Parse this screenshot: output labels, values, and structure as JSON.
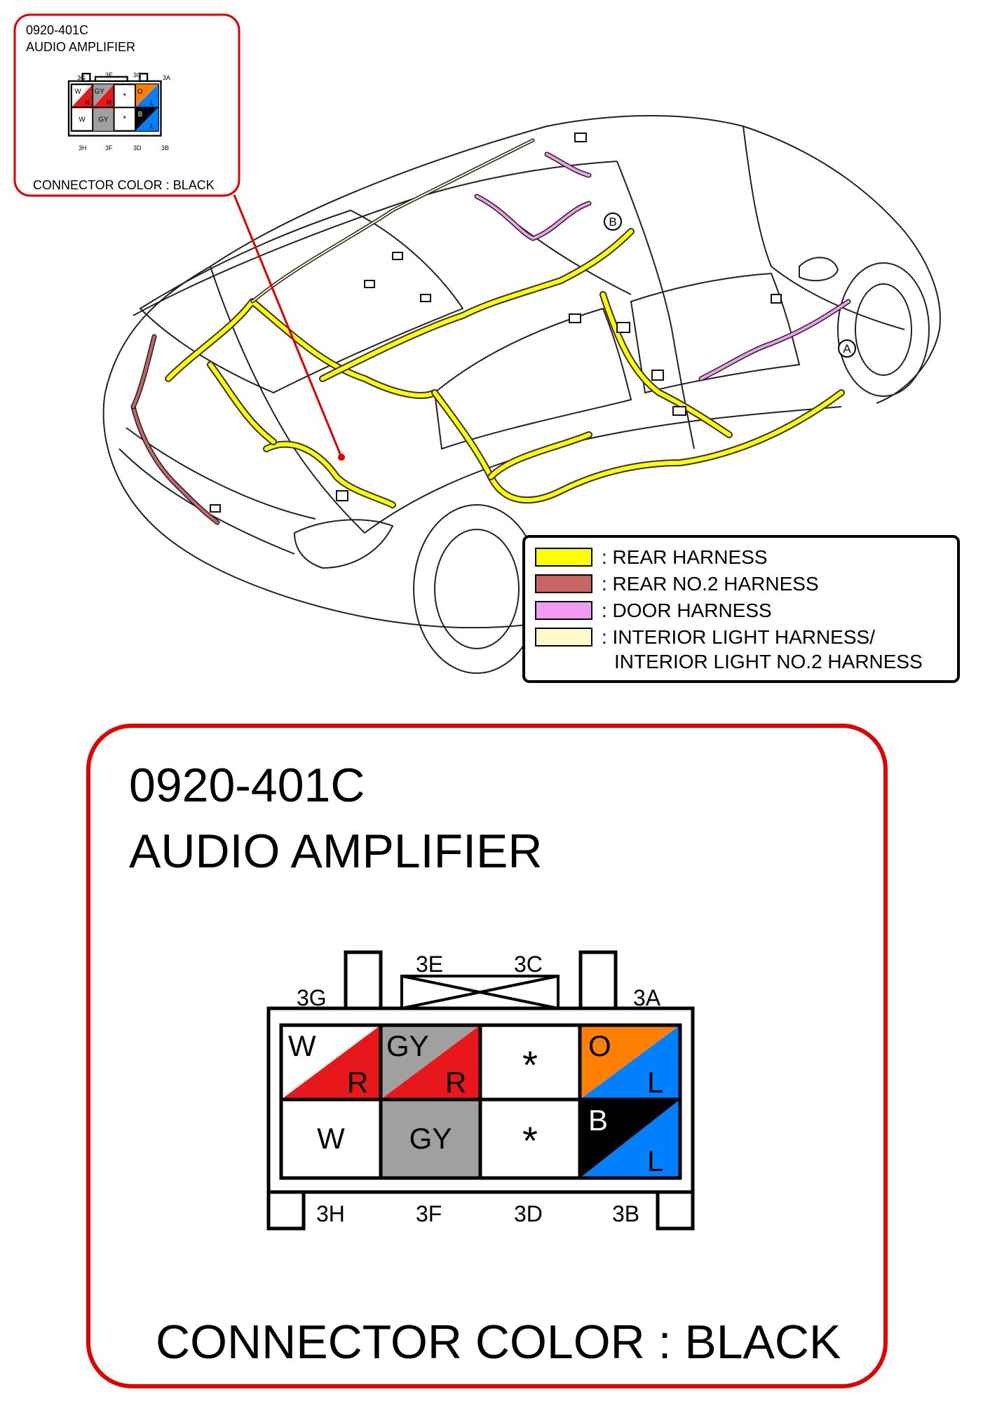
{
  "small_callout": {
    "part_code": "0920-401C",
    "part_name": "AUDIO AMPLIFIER",
    "connector_color": "CONNECTOR COLOR : BLACK"
  },
  "legend": {
    "items": [
      {
        "swatch": "#ffff00",
        "label": ": REAR HARNESS"
      },
      {
        "swatch": "#c86464",
        "label": ": REAR NO.2 HARNESS"
      },
      {
        "swatch": "#f09cf0",
        "label": ": DOOR HARNESS"
      },
      {
        "swatch": "#fffbc8",
        "label": ": INTERIOR LIGHT HARNESS/"
      }
    ],
    "continuation": "INTERIOR LIGHT NO.2 HARNESS"
  },
  "markers": {
    "a": "A",
    "b": "B"
  },
  "detail": {
    "part_code": "0920-401C",
    "part_name": "AUDIO AMPLIFIER",
    "connector_color": "CONNECTOR COLOR : BLACK",
    "pin_labels": {
      "p3G": "3G",
      "p3E": "3E",
      "p3C": "3C",
      "p3A": "3A",
      "p3H": "3H",
      "p3F": "3F",
      "p3D": "3D",
      "p3B": "3B"
    },
    "cells": {
      "c1": {
        "top": "W",
        "bottom": "R"
      },
      "c2": {
        "top": "GY",
        "bottom": "R"
      },
      "c3": {
        "mark": "*"
      },
      "c4": {
        "top": "O",
        "bottom": "L"
      },
      "c5": {
        "mid": "W"
      },
      "c6": {
        "mid": "GY"
      },
      "c7": {
        "mark": "*"
      },
      "c8": {
        "top": "B",
        "bottom": "L"
      }
    }
  },
  "colors": {
    "callout_border": "#e00000",
    "red": "#e8171c",
    "gray": "#a0a0a0",
    "orange": "#ff8000",
    "blue": "#0080ff",
    "black": "#000000",
    "rear_harness": "#ffff00",
    "rear_no2_harness": "#c86464",
    "door_harness": "#f09cf0",
    "interior_light_harness": "#fffbc8"
  }
}
